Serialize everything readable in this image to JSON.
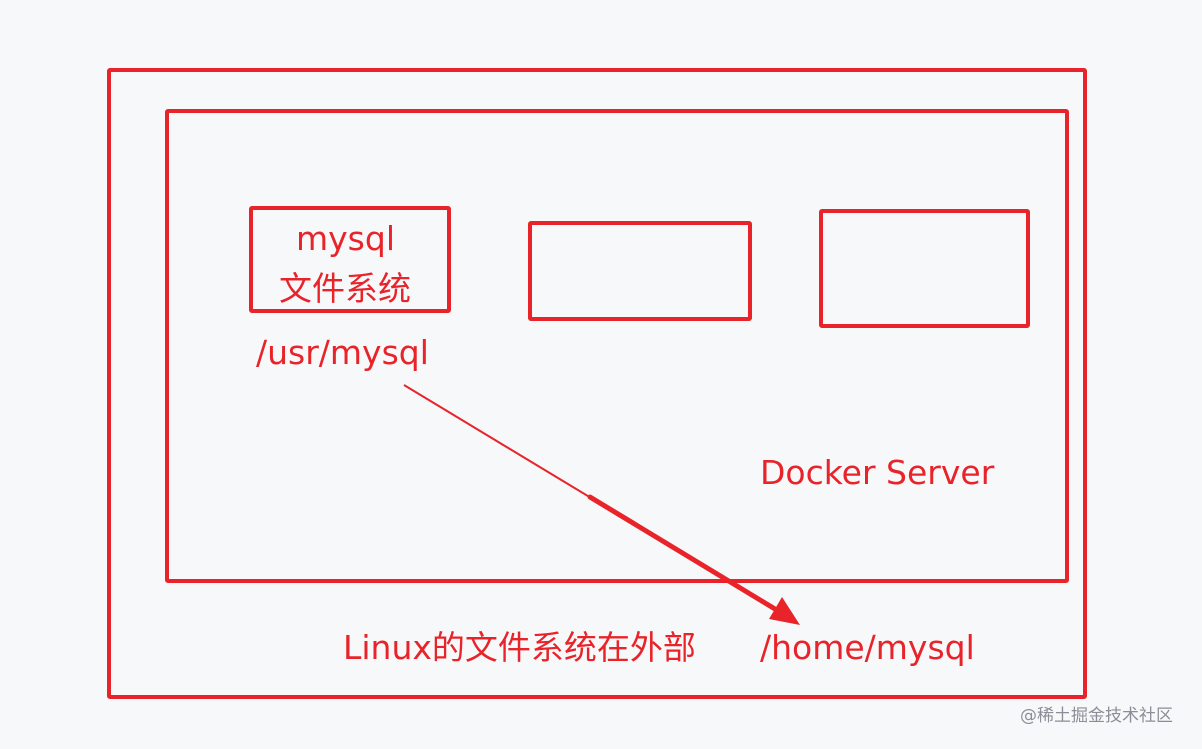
{
  "container": {
    "name": "mysql",
    "fs_label": "文件系统",
    "path": "/usr/mysql"
  },
  "server": {
    "label": "Docker Server"
  },
  "host": {
    "fs_label": "Linux的文件系统在外部",
    "path": "/home/mysql"
  },
  "watermark": "@稀土掘金技术社区",
  "colors": {
    "accent": "#e8242a",
    "background": "#f7f8fa",
    "watermark": "#8a8f97"
  }
}
